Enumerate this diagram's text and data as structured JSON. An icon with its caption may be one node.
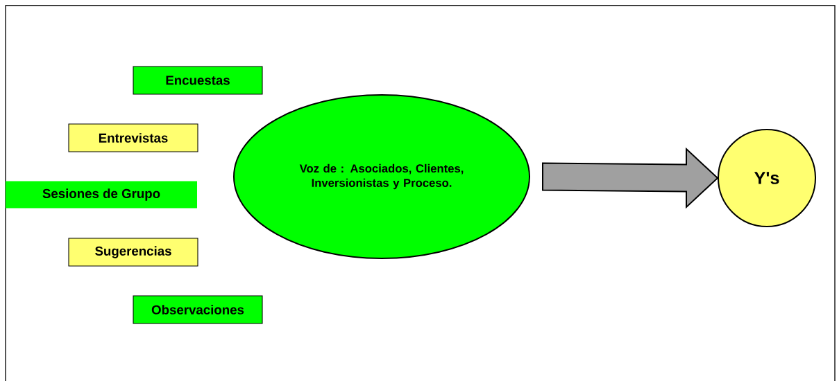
{
  "diagram": {
    "nodes": [
      {
        "text": [
          "Encuestas"
        ]
      },
      {
        "text": [
          "Entrevistas"
        ]
      },
      {
        "text": [
          "Sesiones de Grupo"
        ]
      },
      {
        "text": [
          "Sugerencias"
        ]
      },
      {
        "text": [
          "Observaciones"
        ]
      },
      {
        "text": [
          "Voz de : Asociados, Clientes, Inversionistas y Proceso."
        ]
      },
      {
        "text": [
          "Y's"
        ]
      }
    ],
    "edges": [
      {
        "from": 5,
        "to": 6,
        "arrow": "to"
      }
    ]
  }
}
